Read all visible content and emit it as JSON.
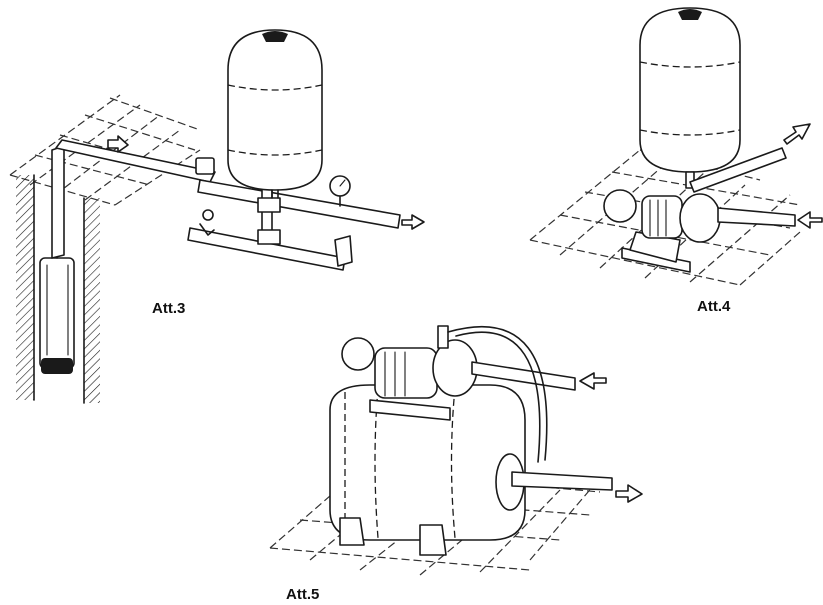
{
  "labels": {
    "att3": "Att.3",
    "att4": "Att.4",
    "att5": "Att.5"
  },
  "colors": {
    "ink": "#1a1a1a",
    "background": "#ffffff"
  }
}
